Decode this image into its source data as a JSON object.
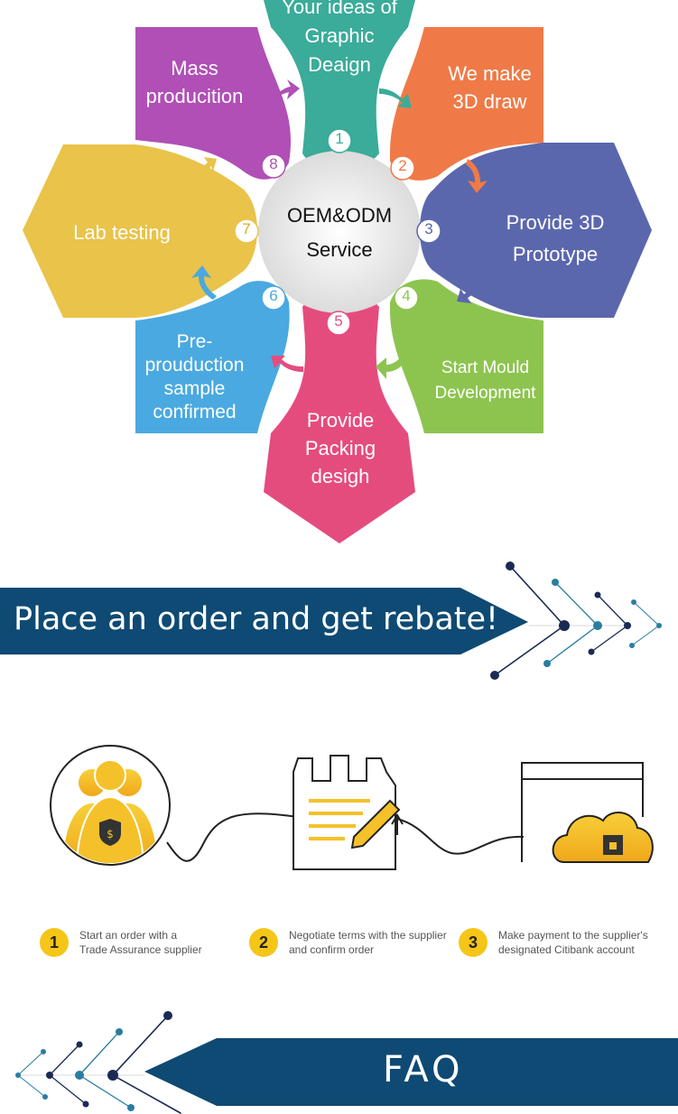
{
  "wheel": {
    "center_line1": "OEM&ODM",
    "center_line2": "Service",
    "steps": [
      {
        "num": "1",
        "label": [
          "Your ideas of",
          "Graphic",
          "Deaign"
        ],
        "color": "#3bab9a"
      },
      {
        "num": "2",
        "label": [
          "We make",
          "3D draw"
        ],
        "color": "#ef7a47"
      },
      {
        "num": "3",
        "label": [
          "Provide 3D",
          "Prototype"
        ],
        "color": "#5b67ad"
      },
      {
        "num": "4",
        "label": [
          "Start Mould",
          "Development"
        ],
        "color": "#8dc44f"
      },
      {
        "num": "5",
        "label": [
          "Provide",
          "Packing",
          "desigh"
        ],
        "color": "#e54c7e"
      },
      {
        "num": "6",
        "label": [
          "Pre-",
          "prouduction",
          "sample",
          "confirmed"
        ],
        "color": "#4aa9e0"
      },
      {
        "num": "7",
        "label": [
          "Lab testing"
        ],
        "color": "#e9c34a"
      },
      {
        "num": "8",
        "label": [
          "Mass",
          "producition"
        ],
        "color": "#b04fb5"
      }
    ]
  },
  "banner_rebate": {
    "text": "Place an order and get rebate!",
    "color": "#0e4a73"
  },
  "trade_steps": [
    {
      "num": "1",
      "line1": "Start an order with a",
      "line2": "Trade Assurance supplier"
    },
    {
      "num": "2",
      "line1": "Negotiate terms with the supplier",
      "line2": "and confirm order"
    },
    {
      "num": "3",
      "line1": "Make payment to the supplier's",
      "line2": "designated Citibank account"
    }
  ],
  "banner_faq": {
    "text": "FAQ",
    "color": "#0e4a73"
  },
  "icons": [
    "users-shield-icon",
    "document-pen-icon",
    "cloud-lock-icon",
    "arrow-icon",
    "network-chevron-icon"
  ]
}
